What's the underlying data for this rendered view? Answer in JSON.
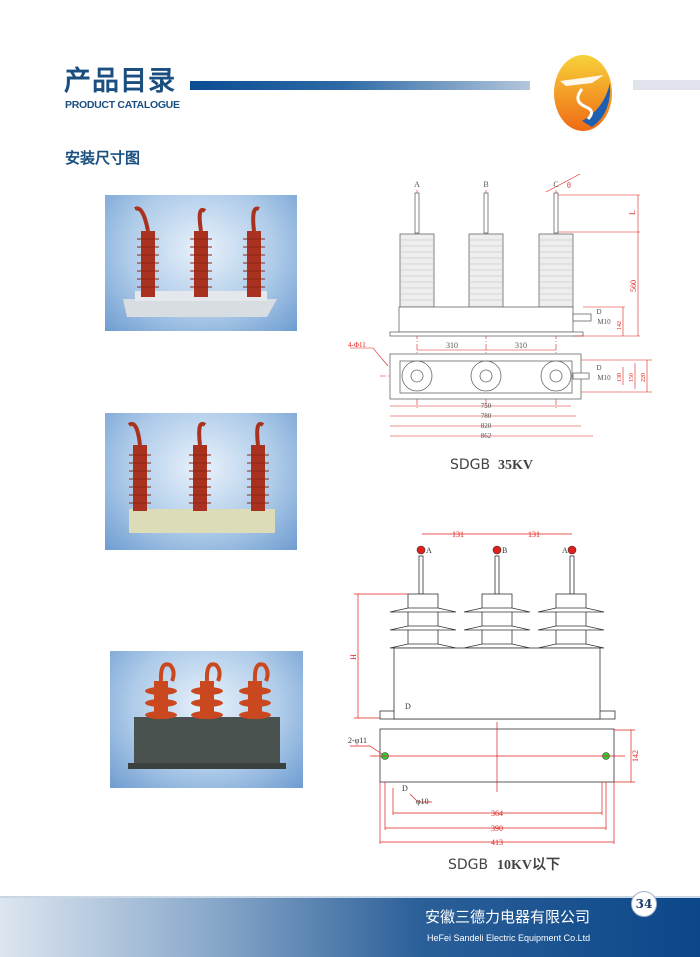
{
  "header": {
    "title_cn": "产品目录",
    "title_en": "PRODUCT CATALOGUE",
    "logo_letter": "S"
  },
  "section_title": "安装尺寸图",
  "drawing_35kv": {
    "caption_model": "SDGB",
    "caption_rating": "35KV",
    "phase_labels": [
      "A",
      "B",
      "C"
    ],
    "angle_label": "θ",
    "dims": {
      "L": "L",
      "height": "560",
      "base_height": "142",
      "spacing1": "310",
      "spacing2": "310",
      "holes": "4-Φ11",
      "w130": "130",
      "w150": "150",
      "w220": "220",
      "l750": "750",
      "l780": "780",
      "l820": "820",
      "l862": "862"
    },
    "terminal_label": "D",
    "terminal_thread": "M10",
    "terminal_thread_plan": "M10"
  },
  "drawing_10kv": {
    "caption_model": "SDGB",
    "caption_rating": "10KV以下",
    "phase_labels": [
      "A",
      "B",
      "A"
    ],
    "dims": {
      "spacing1": "131",
      "spacing2": "131",
      "height": "H",
      "holes": "2-φ11",
      "depth": "142",
      "ground_dia": "φ10",
      "l364": "364",
      "l390": "390",
      "l413": "413"
    },
    "terminal_label": "D",
    "terminal_label_plan": "D"
  },
  "footer": {
    "company_cn": "安徽三德力电器有限公司",
    "company_en": "HeFei Sandeli Electric Equipment Co.Ltd",
    "page_number": "34"
  },
  "colors": {
    "brand_blue": "#1a4f80",
    "insulator_red": "#a8321f",
    "dimension_red": "#e0201c"
  }
}
